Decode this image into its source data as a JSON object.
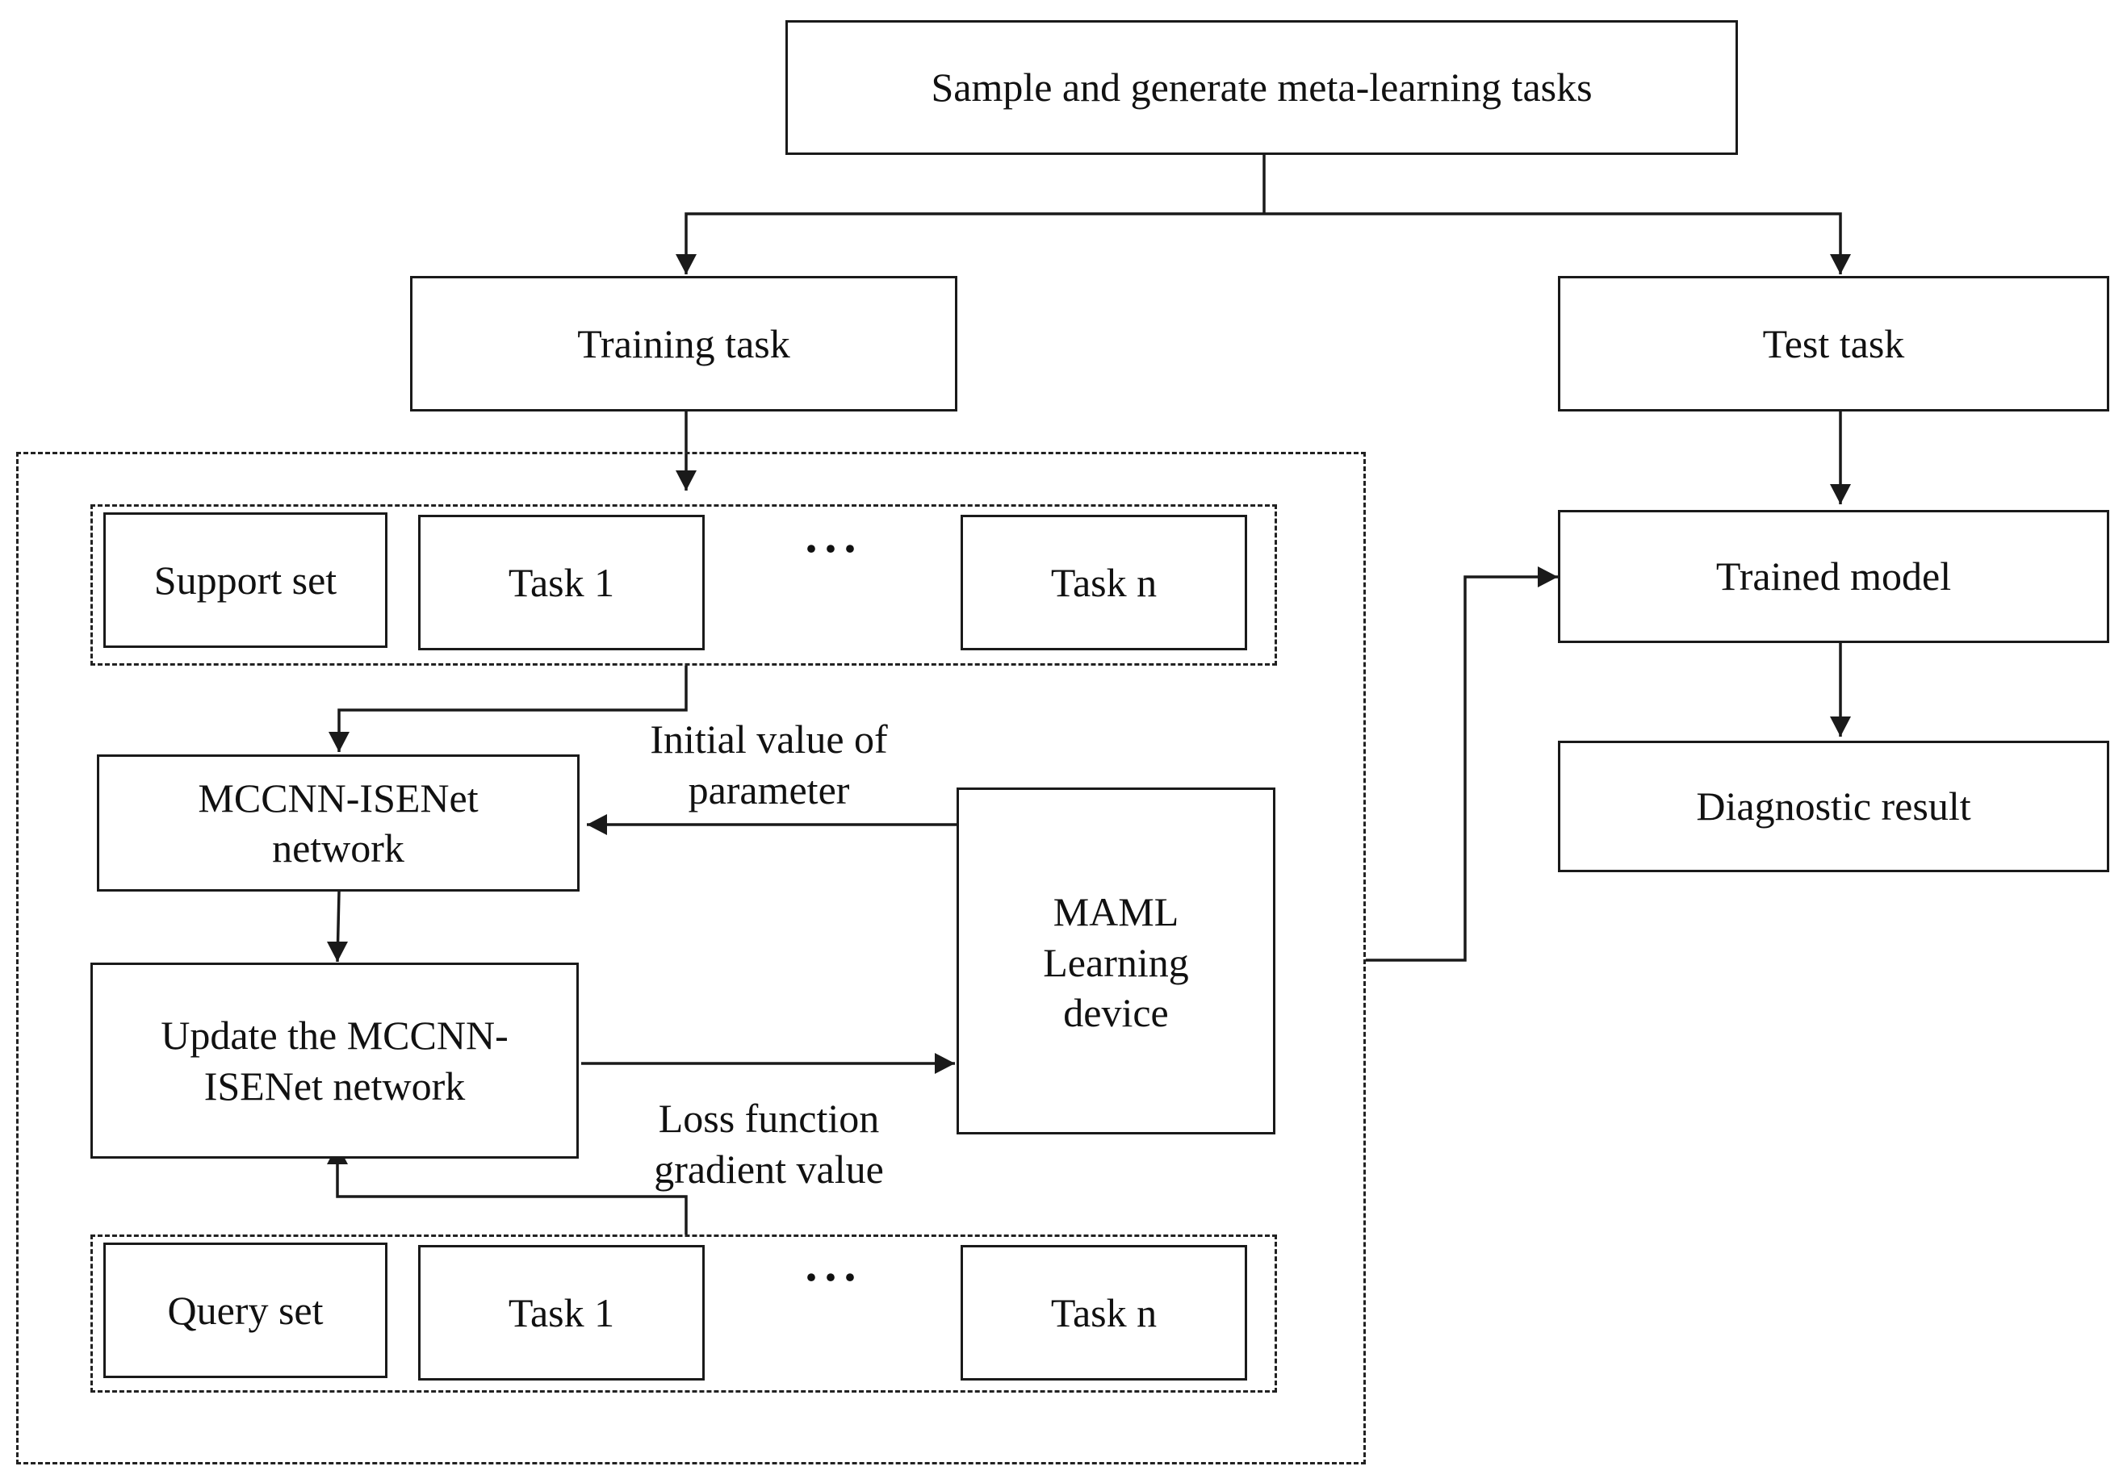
{
  "nodes": {
    "sample_generate": "Sample and generate meta-learning tasks",
    "training_task": "Training task",
    "test_task": "Test task",
    "support_set": "Support set",
    "support_task_1": "Task 1",
    "support_task_n": "Task n",
    "mccnn_isenet": "MCCNN-ISENet network",
    "update_network": "Update the MCCNN-ISENet network",
    "maml": "MAML Learning device",
    "query_set": "Query set",
    "query_task_1": "Task 1",
    "query_task_n": "Task n",
    "trained_model": "Trained model",
    "diagnostic_result": "Diagnostic result"
  },
  "edge_labels": {
    "initial_value": "Initial value of parameter",
    "loss_gradient": "Loss function gradient value"
  },
  "ellipsis": "···"
}
